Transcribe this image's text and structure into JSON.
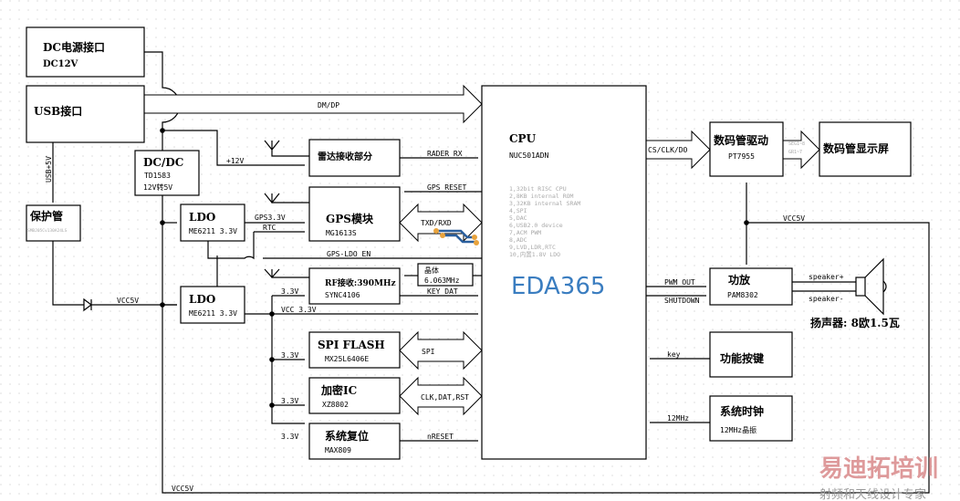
{
  "blocks": {
    "dc_power": {
      "title": "DC电源接口",
      "sub": "DC12V"
    },
    "usb": {
      "title": "USB接口"
    },
    "protect": {
      "title": "保护管",
      "sub": "SMBJ05Cv130A24LS"
    },
    "dcdc": {
      "title": "DC/DC",
      "part": "TD1583",
      "sub": "12V转5V"
    },
    "ldo1": {
      "title": "LDO",
      "sub": "ME6211 3.3V"
    },
    "ldo2": {
      "title": "LDO",
      "sub": "ME6211 3.3V"
    },
    "radar": {
      "title": "雷达接收部分"
    },
    "gps": {
      "title": "GPS模块",
      "sub": "MG1613S"
    },
    "rf": {
      "title": "RF接收:390MHz",
      "sub": "SYNC4106"
    },
    "crystal": {
      "title": "晶体",
      "sub": "6.063MHz"
    },
    "spi_flash": {
      "title": "SPI FLASH",
      "sub": "MX25L6406E"
    },
    "crypto": {
      "title": "加密IC",
      "sub": "XZ8802"
    },
    "reset": {
      "title": "系统复位",
      "sub": "MAX809"
    },
    "cpu": {
      "title": "CPU",
      "sub": "NUC501ADN",
      "features": [
        "1,32bit RISC CPU",
        "2,8KB internal ROM",
        "3,32KB internal SRAM",
        "4,SPI",
        "5,DAC",
        "6,USB2.0 device",
        "7,ACM PWM",
        "8,ADC",
        "9,LVD,LDR,RTC",
        "10,内置1.8V LDO"
      ]
    },
    "led_driver": {
      "title": "数码管驱动",
      "sub": "PT7955"
    },
    "led_display": {
      "title": "数码管显示屏"
    },
    "amp": {
      "title": "功放",
      "sub": "PAM8302"
    },
    "keys": {
      "title": "功能按键"
    },
    "clock": {
      "title": "系统时钟",
      "sub": "12MHz晶振"
    },
    "speaker": {
      "label": "扬声器: 8欧1.5瓦"
    }
  },
  "signals": {
    "usb5v": "USB+5V",
    "dm_dp": "DM/DP",
    "p12v": "+12V",
    "gps33": "GPS3.3V",
    "rtc": "RTC",
    "rader_rx": "RADER RX",
    "gps_reset": "GPS RESET",
    "txd_rxd": "TXD/RXD",
    "gps_ldo_en": "GPS-LDO EN",
    "key_dat": "KEY DAT",
    "rf33": "3.3V",
    "vcc5v_left": "VCC5V",
    "vcc33": "VCC 3.3V",
    "spi": "SPI",
    "flash33": "3.3V",
    "clk_dat_rst": "CLK,DAT,RST",
    "crypto33": "3.3V",
    "nreset": "nRESET",
    "reset33": "3.3V",
    "vcc5v_bottom": "VCC5V",
    "cs_clk_do": "CS/CLK/DO",
    "seg": "SEG1~8",
    "grid": "GR1~7",
    "vcc5v_right": "VCC5V",
    "pwm_out": "PWM OUT",
    "shutdown": "SHUTDOWN",
    "spk_p": "speaker+",
    "spk_n": "speaker-",
    "key": "key",
    "clk12": "12MHz"
  },
  "watermarks": {
    "eda": "EDA365",
    "brand": "易迪拓培训",
    "slogan": "射频和天线设计专家"
  }
}
